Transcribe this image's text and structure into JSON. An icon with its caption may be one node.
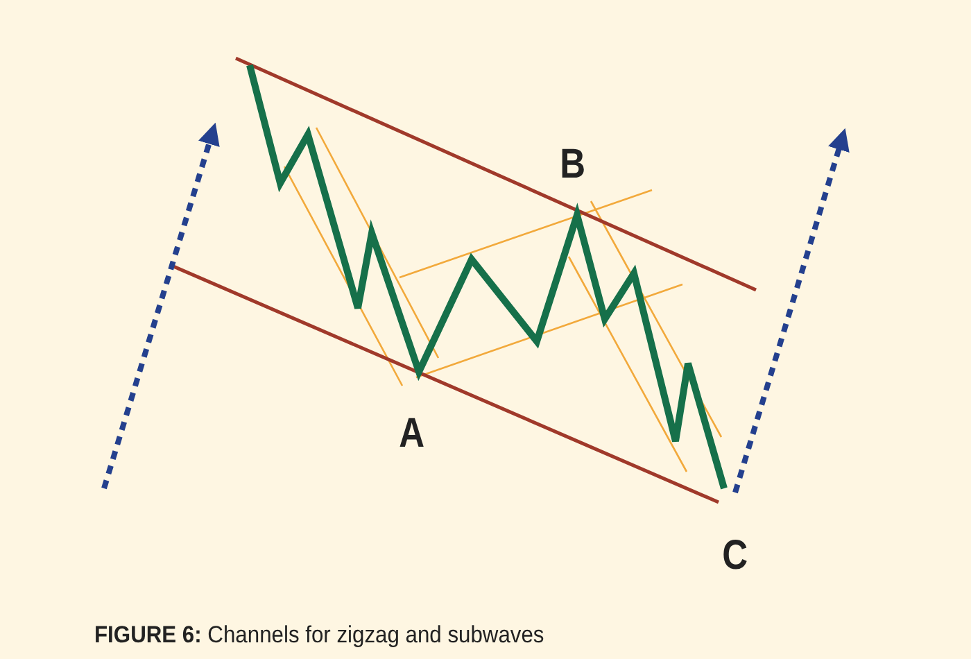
{
  "diagram": {
    "caption": "**FIGURE 6:** Channels for zigzag and subwaves",
    "labels": [
      "B",
      "A",
      "C"
    ]
  }
}
